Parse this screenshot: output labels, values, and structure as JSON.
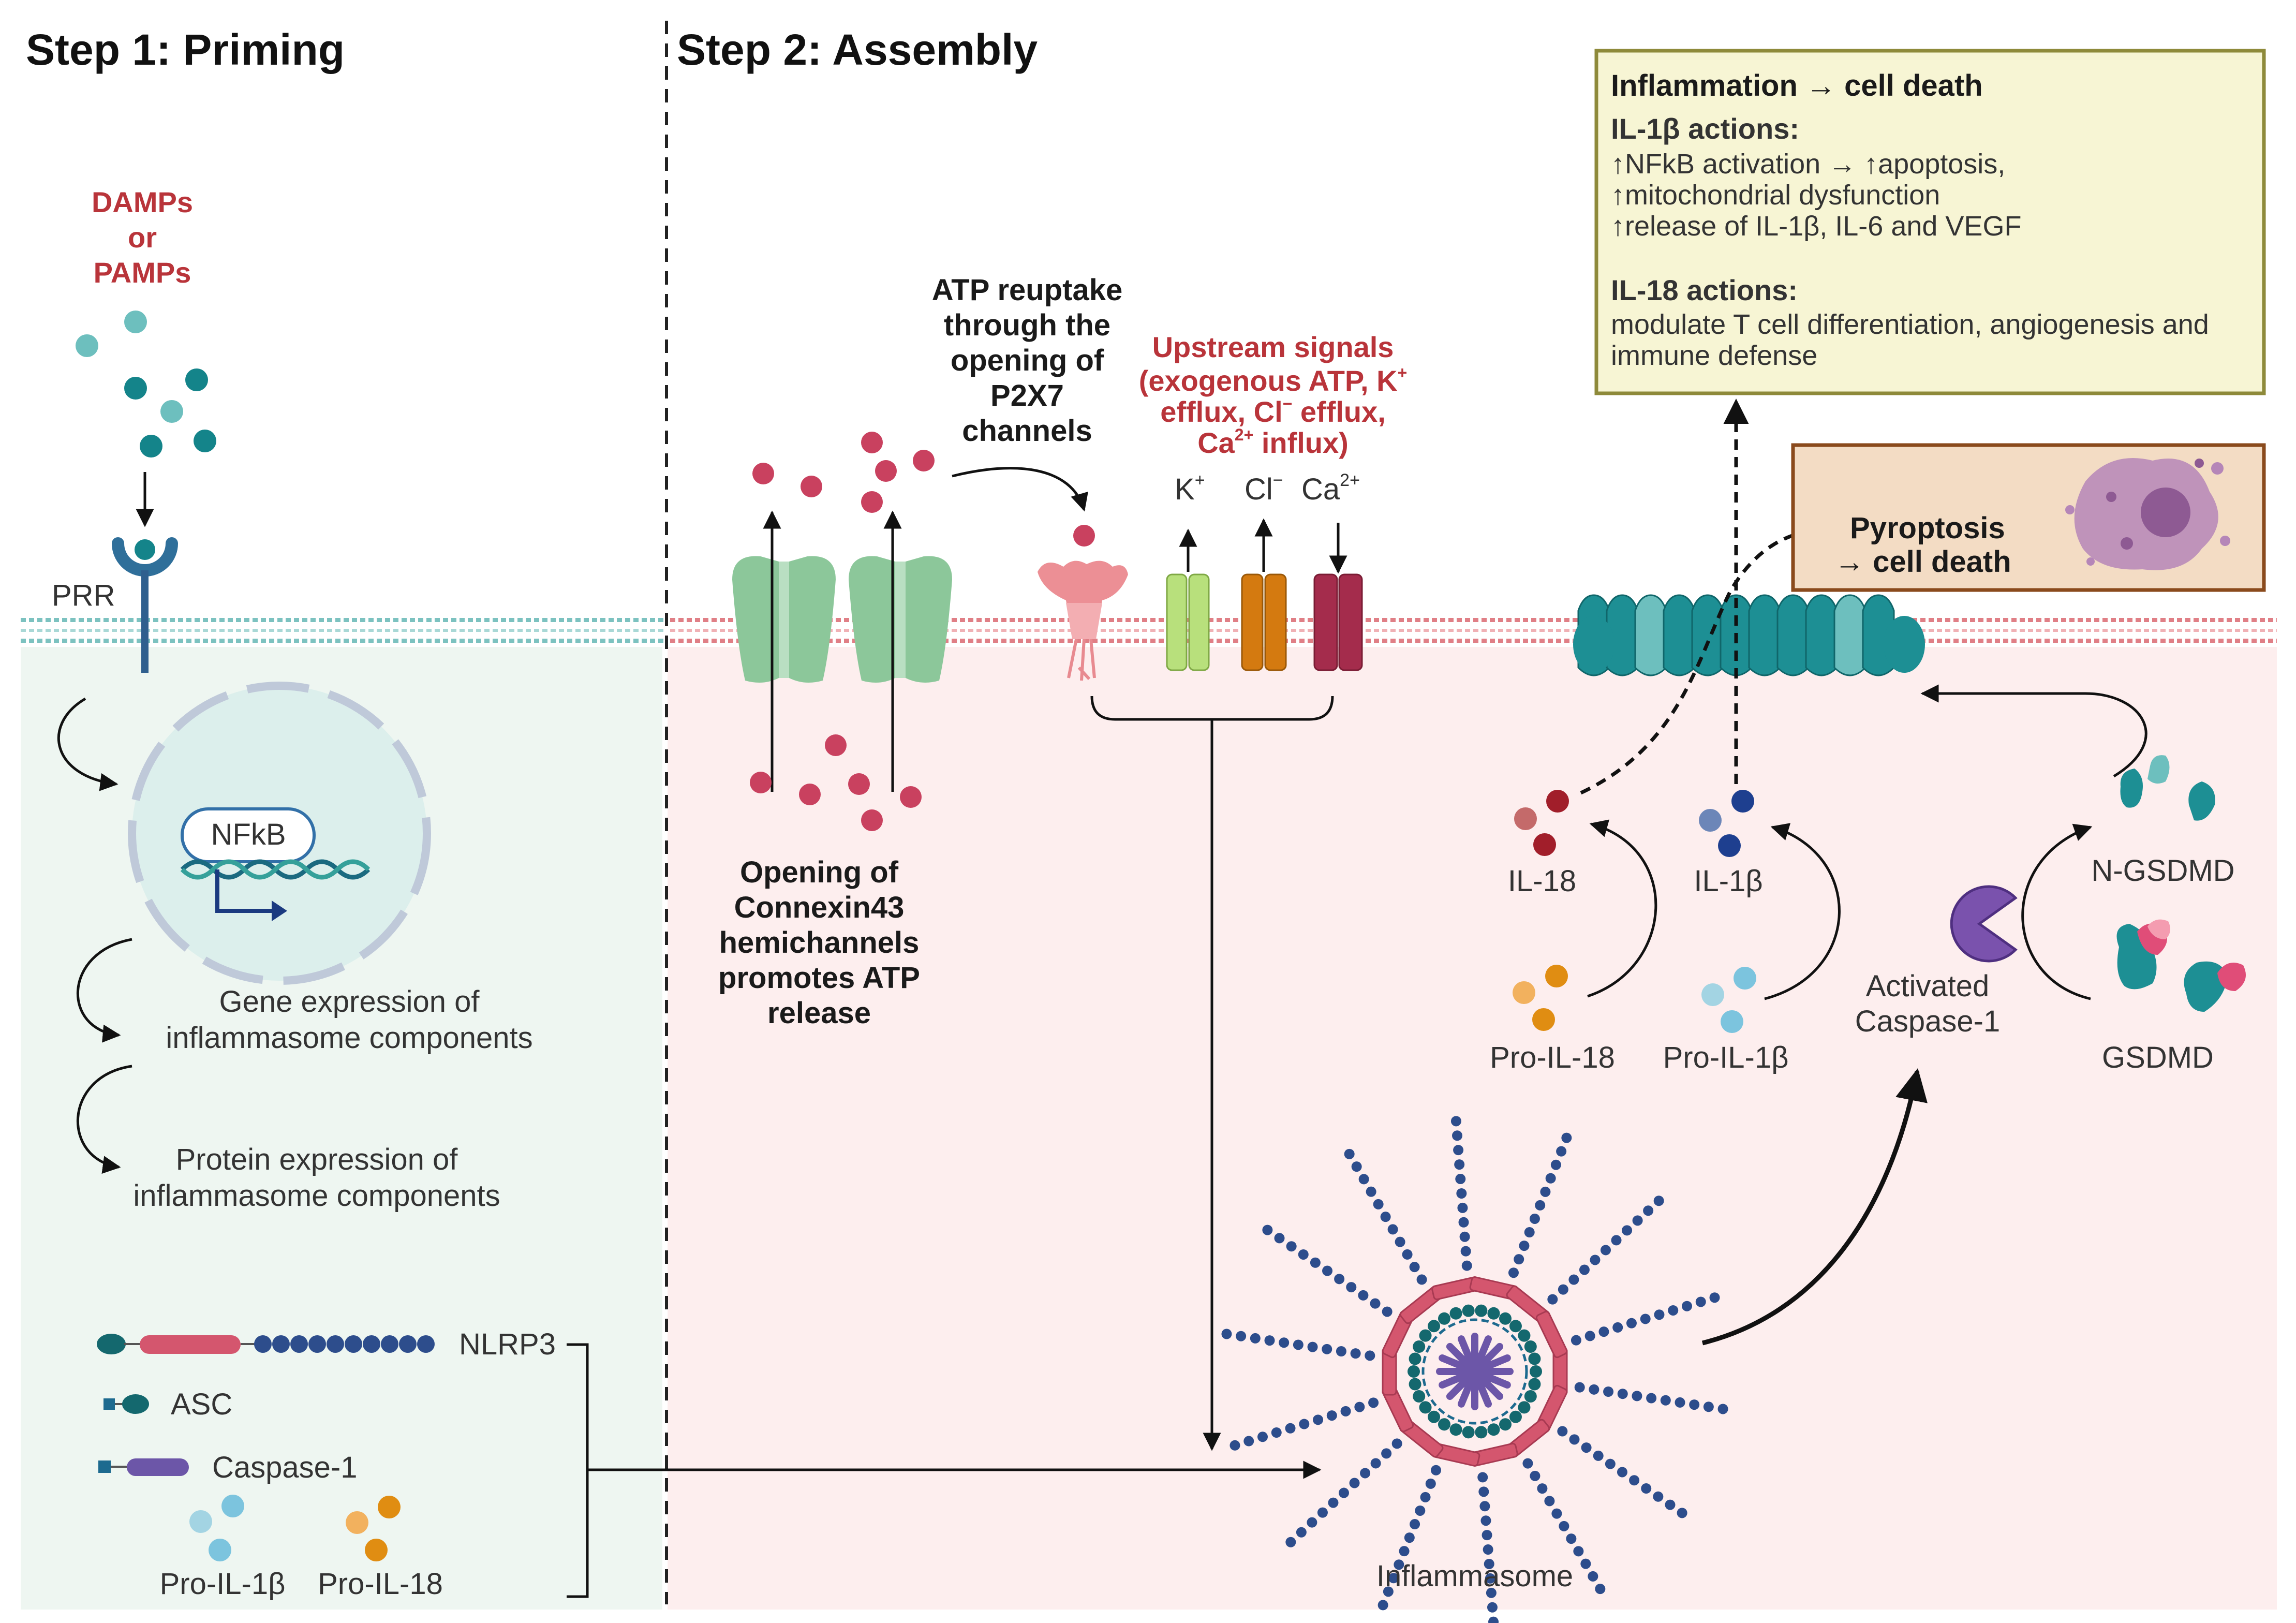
{
  "step1_title": "Step 1: Priming",
  "step2_title": "Step 2: Assembly",
  "damps": [
    "DAMPs",
    "or",
    "PAMPs"
  ],
  "prr": "PRR",
  "nfkb": "NFkB",
  "gene_expression": [
    "Gene expression of",
    "inflammasome components"
  ],
  "protein_expression": [
    "Protein expression of",
    "inflammasome components"
  ],
  "components": {
    "nlrp3": "NLRP3",
    "asc": "ASC",
    "caspase1": "Caspase-1",
    "pro_il1b": "Pro-IL-1β",
    "pro_il18": "Pro-IL-18"
  },
  "connexin": [
    "Opening of",
    "Connexin43",
    "hemichannels",
    "promotes ATP",
    "release"
  ],
  "atp_reuptake": [
    "ATP reuptake",
    "through the",
    "opening of",
    "P2X7",
    "channels"
  ],
  "upstream": {
    "line1": "Upstream signals",
    "line2a": "(exogenous ATP, K",
    "line2sup": "+",
    "line3a": "efflux, Cl",
    "line3sup": "−",
    "line3b": " efflux,",
    "line4a": "Ca",
    "line4sup": "2+",
    "line4b": " influx)"
  },
  "ions": {
    "k": "K",
    "k_sup": "+",
    "cl": "Cl",
    "cl_sup": "−",
    "ca": "Ca",
    "ca_sup": "2+"
  },
  "inflammation_box": {
    "title": "Inflammation → cell death",
    "il1b_heading": "IL-1β actions:",
    "il1b_lines": [
      "↑NFkB activation → ↑apoptosis,",
      "↑mitochondrial dysfunction",
      "↑release of IL-1β, IL-6 and VEGF"
    ],
    "il18_heading": "IL-18 actions:",
    "il18_lines": [
      "modulate T cell differentiation, angiogenesis and",
      "immune defense"
    ]
  },
  "pyroptosis": [
    "Pyroptosis",
    "→ cell death"
  ],
  "il18": "IL-18",
  "il1b": "IL-1β",
  "pro_il18_right": "Pro-IL-18",
  "pro_il1b_right": "Pro-IL-1β",
  "activated_caspase": [
    "Activated",
    "Caspase-1"
  ],
  "n_gsdmd": "N-GSDMD",
  "gsdmd": "GSDMD",
  "inflammasome": "Inflammasome",
  "colors": {
    "left_panel": "#eef6f1",
    "right_panel": "#fdeeee",
    "membrane_left": "#7cc2c0",
    "membrane_right": "#e07f86",
    "teal": "#1d7f84",
    "teal_light": "#6dbfbe",
    "pink": "#c9415f",
    "channel_green": "#8cc79a",
    "box_fill": "#f7f5d4",
    "box_border": "#8e8a3a",
    "pyro_fill": "#f3dcc4",
    "pyro_border": "#8a4a1c"
  }
}
